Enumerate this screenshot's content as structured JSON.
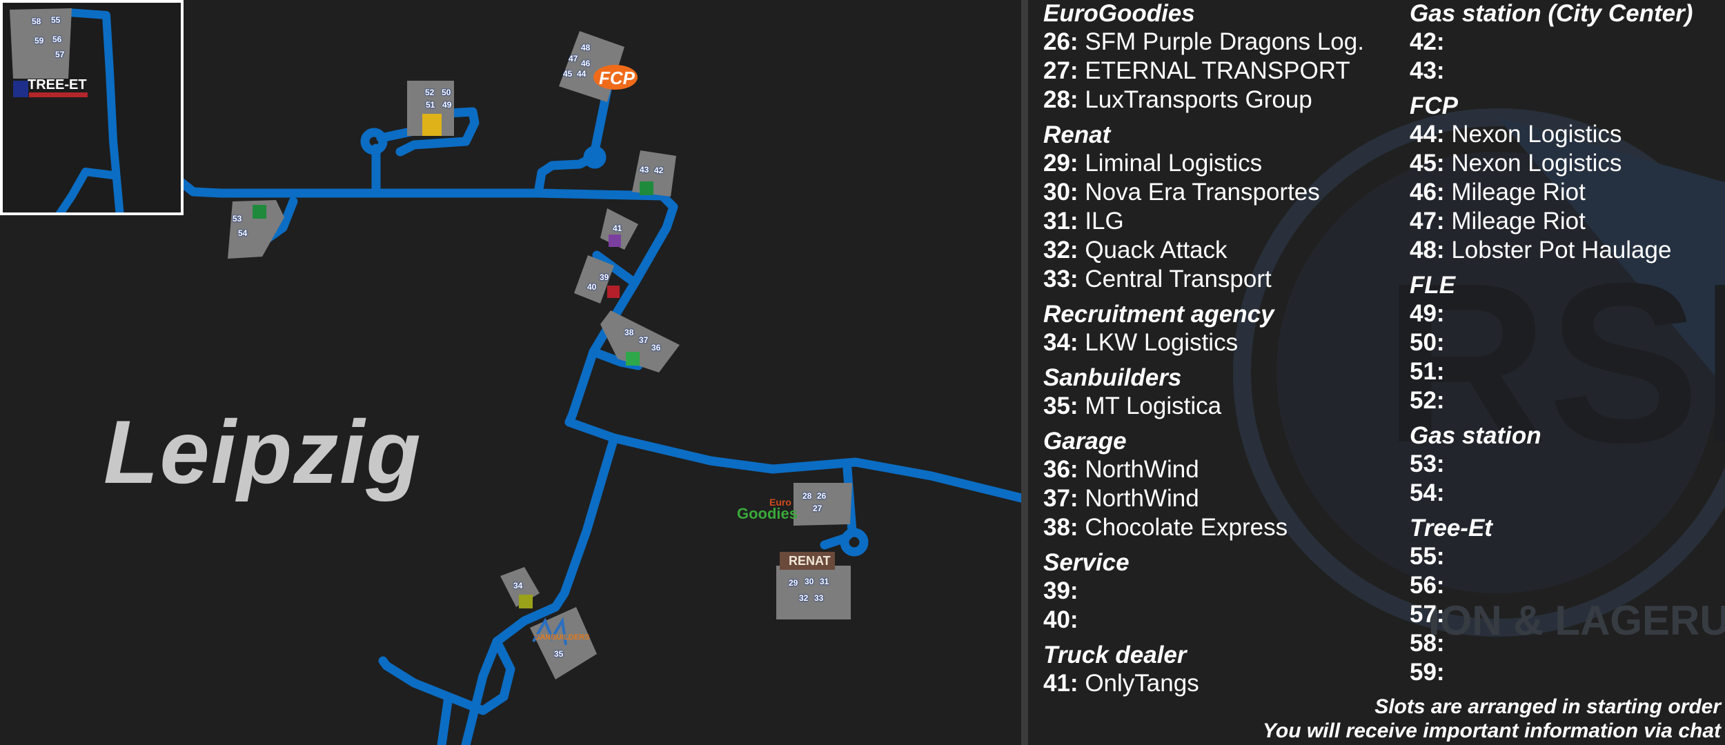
{
  "map": {
    "city_name": "Leipzig",
    "inset_label": "TREE-ET",
    "company_labels": {
      "fcp": "FCP",
      "eurogoodies_euro": "Euro",
      "eurogoodies_goodies": "Goodies",
      "renat": "RENAT",
      "sanbuilders": "SANBUILDERS"
    },
    "icons": [
      {
        "name": "fuel-icon",
        "color": "#1f8a3c"
      },
      {
        "name": "truck-dealer-icon",
        "color": "#7b3fa0"
      },
      {
        "name": "service-wrench-icon",
        "color": "#b3202a"
      },
      {
        "name": "garage-icon",
        "color": "#2ea84a"
      },
      {
        "name": "recruitment-icon",
        "color": "#9aa21a"
      },
      {
        "name": "arrow-up-icon",
        "color": "#2a7fd4"
      }
    ],
    "slot_numbers": [
      "26",
      "27",
      "28",
      "29",
      "30",
      "31",
      "32",
      "33",
      "34",
      "35",
      "36",
      "37",
      "38",
      "39",
      "40",
      "41",
      "42",
      "43",
      "44",
      "45",
      "46",
      "47",
      "48",
      "49",
      "50",
      "51",
      "52",
      "53",
      "54",
      "55",
      "56",
      "57",
      "58",
      "59"
    ],
    "road_color": "#0b6dc4"
  },
  "legend": {
    "columns": [
      [
        {
          "category": "EuroGoodies",
          "slots": [
            {
              "num": "26:",
              "name": "SFM Purple Dragons Log."
            },
            {
              "num": "27:",
              "name": "ETERNAL TRANSPORT"
            },
            {
              "num": "28:",
              "name": "LuxTransports Group"
            }
          ]
        },
        {
          "category": "Renat",
          "slots": [
            {
              "num": "29:",
              "name": "Liminal Logistics"
            },
            {
              "num": "30:",
              "name": "Nova Era Transportes"
            },
            {
              "num": "31:",
              "name": "ILG"
            },
            {
              "num": "32:",
              "name": "Quack Attack"
            },
            {
              "num": "33:",
              "name": "Central Transport"
            }
          ]
        },
        {
          "category": "Recruitment agency",
          "slots": [
            {
              "num": "34:",
              "name": "LKW Logistics"
            }
          ]
        },
        {
          "category": "Sanbuilders",
          "slots": [
            {
              "num": "35:",
              "name": "MT Logistica"
            }
          ]
        },
        {
          "category": "Garage",
          "slots": [
            {
              "num": "36:",
              "name": "NorthWind"
            },
            {
              "num": "37:",
              "name": "NorthWind"
            },
            {
              "num": "38:",
              "name": "Chocolate Express"
            }
          ]
        },
        {
          "category": "Service",
          "slots": [
            {
              "num": "39:",
              "name": ""
            },
            {
              "num": "40:",
              "name": ""
            }
          ]
        },
        {
          "category": "Truck dealer",
          "slots": [
            {
              "num": "41:",
              "name": "OnlyTangs"
            }
          ]
        }
      ],
      [
        {
          "category": "Gas station (City Center)",
          "slots": [
            {
              "num": "42:",
              "name": ""
            },
            {
              "num": "43:",
              "name": ""
            }
          ]
        },
        {
          "category": "FCP",
          "slots": [
            {
              "num": "44:",
              "name": "Nexon Logistics"
            },
            {
              "num": "45:",
              "name": "Nexon Logistics"
            },
            {
              "num": "46:",
              "name": "Mileage Riot"
            },
            {
              "num": "47:",
              "name": "Mileage Riot"
            },
            {
              "num": "48:",
              "name": "Lobster Pot Haulage"
            }
          ]
        },
        {
          "category": "FLE",
          "slots": [
            {
              "num": "49:",
              "name": ""
            },
            {
              "num": "50:",
              "name": ""
            },
            {
              "num": "51:",
              "name": ""
            },
            {
              "num": "52:",
              "name": ""
            }
          ]
        },
        {
          "category": "Gas station",
          "slots": [
            {
              "num": "53:",
              "name": ""
            },
            {
              "num": "54:",
              "name": ""
            }
          ]
        },
        {
          "category": "Tree-Et",
          "slots": [
            {
              "num": "55:",
              "name": ""
            },
            {
              "num": "56:",
              "name": ""
            },
            {
              "num": "57:",
              "name": ""
            },
            {
              "num": "58:",
              "name": ""
            },
            {
              "num": "59:",
              "name": ""
            }
          ]
        }
      ]
    ],
    "footer": [
      "Slots are arranged in starting order",
      "You will receive important information via chat"
    ],
    "watermark": {
      "initials": "RSL",
      "ring_text": "ION & LAGERUNG"
    }
  }
}
